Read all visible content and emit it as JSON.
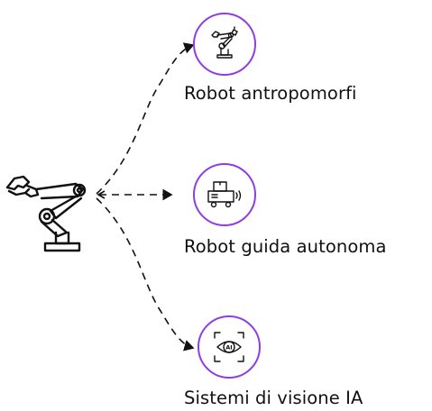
{
  "diagram": {
    "colors": {
      "accent": "#8e3ce6",
      "ink": "#111111",
      "background": "#ffffff"
    },
    "hub": {
      "icon": "industrial-robot-arm-icon"
    },
    "nodes": [
      {
        "label": "Robot antropomorfi",
        "icon": "robotic-arm-icon"
      },
      {
        "label": "Robot guida autonoma",
        "icon": "autonomous-guided-vehicle-icon"
      },
      {
        "label": "Sistemi di visione IA",
        "icon": "ai-vision-eye-icon"
      }
    ],
    "connections": [
      {
        "from": "hub",
        "to": "Robot antropomorfi",
        "style": "dashed",
        "arrow": "end"
      },
      {
        "from": "hub",
        "to": "Robot guida autonoma",
        "style": "dashed",
        "arrow": "both"
      },
      {
        "from": "hub",
        "to": "Sistemi di visione IA",
        "style": "dashed",
        "arrow": "end"
      }
    ]
  }
}
